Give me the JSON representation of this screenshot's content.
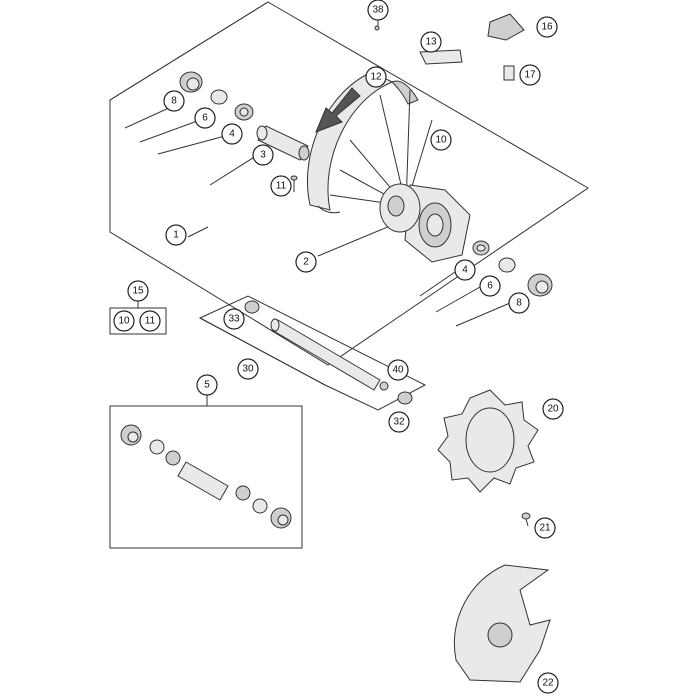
{
  "callouts": {
    "c1": "1",
    "c2": "2",
    "c3": "3",
    "c4a": "4",
    "c4b": "4",
    "c5": "5",
    "c6a": "6",
    "c6b": "6",
    "c8a": "8",
    "c8b": "8",
    "c10": "10",
    "c10g": "10",
    "c11": "11",
    "c11g": "11",
    "c12": "12",
    "c13": "13",
    "c15": "15",
    "c16": "16",
    "c17": "17",
    "c20": "20",
    "c21": "21",
    "c22": "22",
    "c30": "30",
    "c32": "32",
    "c33": "33",
    "c38": "38",
    "c40": "40"
  }
}
